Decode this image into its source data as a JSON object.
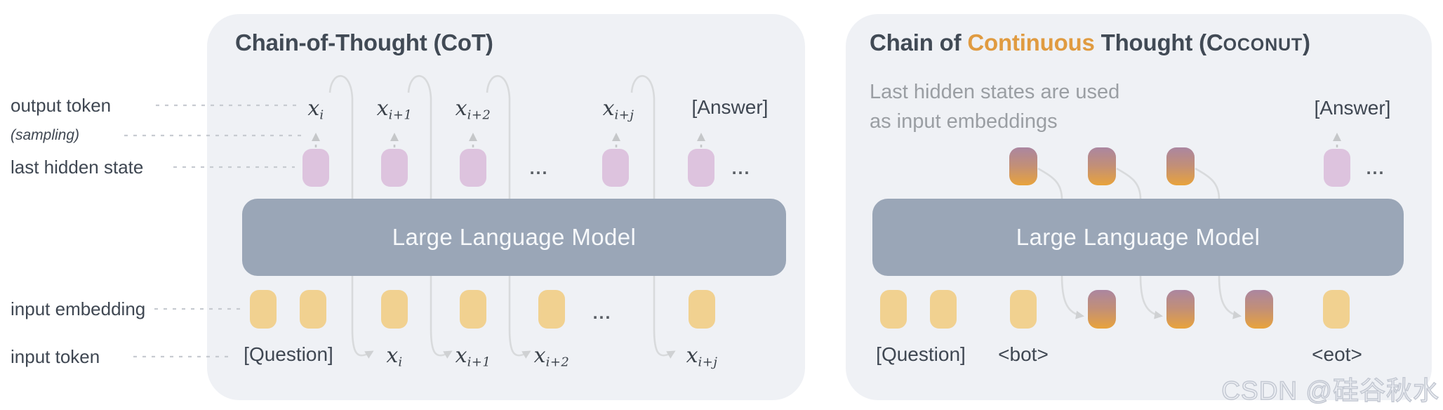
{
  "ellipsis": "...",
  "watermark": "CSDN @硅谷秋水",
  "margin_labels": {
    "output_token": "output token",
    "sampling": "(sampling)",
    "last_hidden_state": "last hidden state",
    "input_embedding": "input embedding",
    "input_token": "input token"
  },
  "left_panel": {
    "title": "Chain-of-Thought (CoT)",
    "llm_label": "Large Language Model",
    "output_tokens": {
      "t1": {
        "base": "x",
        "sub": "i"
      },
      "t2": {
        "base": "x",
        "sub": "i+1"
      },
      "t3": {
        "base": "x",
        "sub": "i+2"
      },
      "t4": {
        "base": "x",
        "sub": "i+j"
      },
      "answer": "[Answer]"
    },
    "input_tokens": {
      "question": "[Question]",
      "t1": {
        "base": "x",
        "sub": "i"
      },
      "t2": {
        "base": "x",
        "sub": "i+1"
      },
      "t3": {
        "base": "x",
        "sub": "i+2"
      },
      "t4": {
        "base": "x",
        "sub": "i+j"
      }
    }
  },
  "right_panel": {
    "title_parts": {
      "prefix": "Chain of ",
      "highlight": "Continuous",
      "middle": " Thought (C",
      "smallcaps": "OCONUT",
      "suffix": ")"
    },
    "subtitle_line1": "Last hidden states are used",
    "subtitle_line2": "as input embeddings",
    "llm_label": "Large Language Model",
    "answer": "[Answer]",
    "question": "[Question]",
    "bot": "<bot>",
    "eot": "<eot>"
  },
  "colors": {
    "accent_orange": "#e09b41",
    "token_pink": "#ddc3de",
    "token_yellow": "#f1d190",
    "thought_gradient_top": "#ab86a0",
    "thought_gradient_bottom": "#e8a33c",
    "llm_box": "#9aa6b7",
    "panel_bg": "#eff1f5",
    "title_text": "#414a55",
    "arrow_gray": "#d6d8da"
  }
}
